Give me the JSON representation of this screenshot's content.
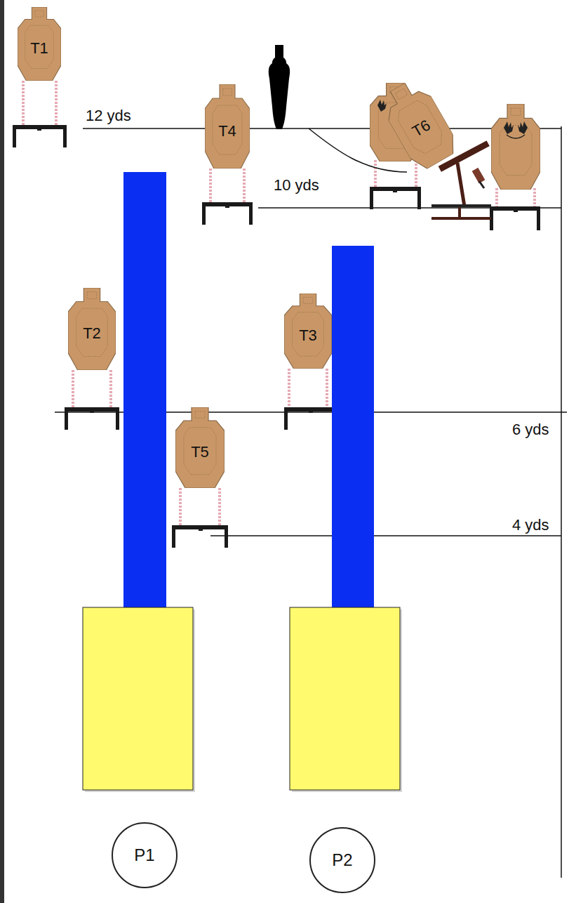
{
  "diagram": {
    "nodes": [
      {
        "text": [
          "T1"
        ]
      },
      {
        "text": [
          "T4"
        ]
      },
      {
        "text": [
          "T6"
        ]
      },
      {
        "text": [
          "T2"
        ]
      },
      {
        "text": [
          "T3"
        ]
      },
      {
        "text": [
          "T5"
        ]
      },
      {
        "text": [
          "P1"
        ]
      },
      {
        "text": [
          "P2"
        ]
      }
    ],
    "labels": [
      "12 yds",
      "10 yds",
      "6 yds",
      "4 yds"
    ]
  }
}
